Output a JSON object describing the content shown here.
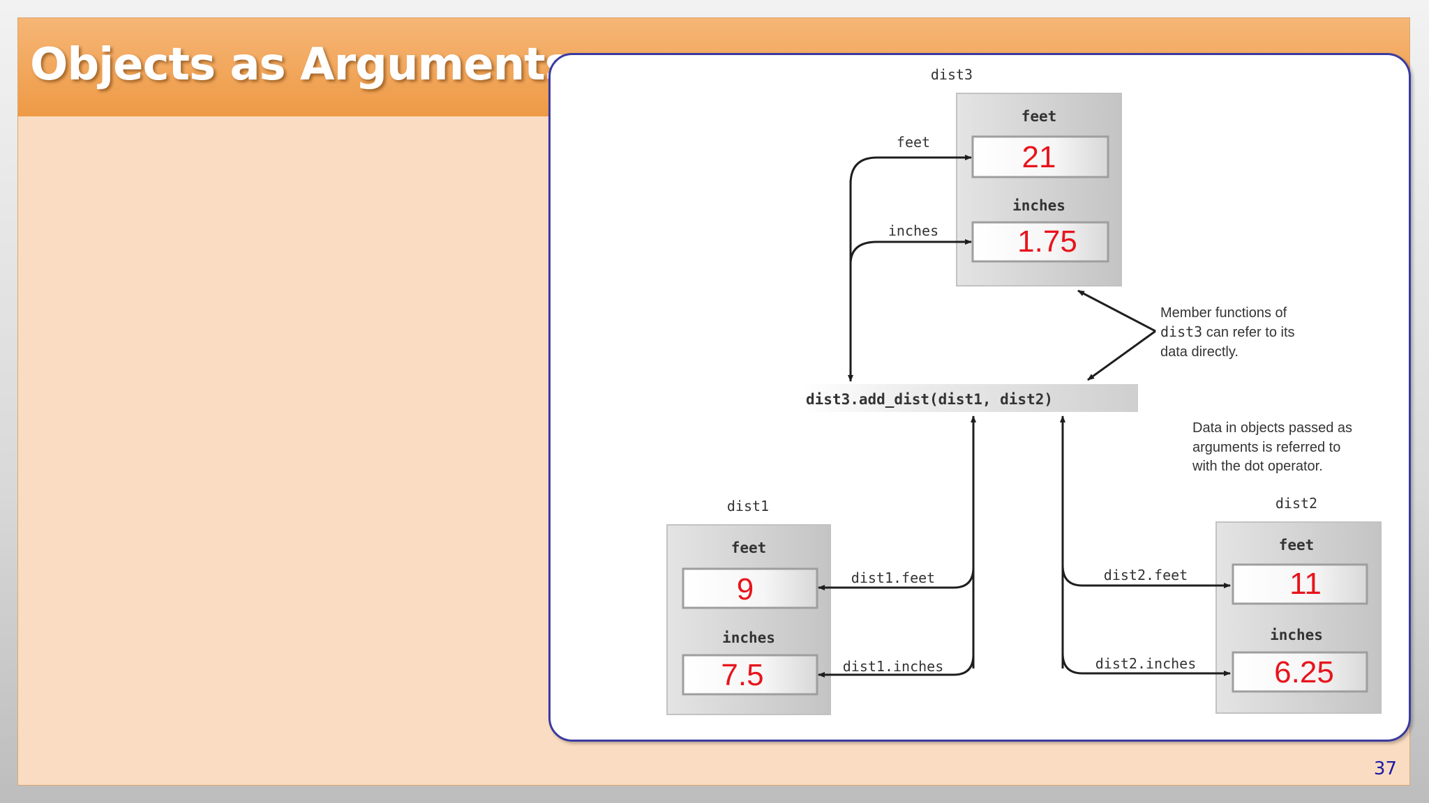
{
  "slide": {
    "title": "Objects as Arguments",
    "page_number": "37"
  },
  "diagram": {
    "call_expression": "dist3.add_dist(dist1, dist2)",
    "objects": {
      "dist3": {
        "name": "dist3",
        "feet_label": "feet",
        "feet_value": "21",
        "inches_label": "inches",
        "inches_value": "1.75"
      },
      "dist1": {
        "name": "dist1",
        "feet_label": "feet",
        "feet_value": "9",
        "inches_label": "inches",
        "inches_value": "7.5"
      },
      "dist2": {
        "name": "dist2",
        "feet_label": "feet",
        "feet_value": "11",
        "inches_label": "inches",
        "inches_value": "6.25"
      }
    },
    "arrow_labels": {
      "dist3_feet": "feet",
      "dist3_inches": "inches",
      "dist1_feet": "dist1.feet",
      "dist1_inches": "dist1.inches",
      "dist2_feet": "dist2.feet",
      "dist2_inches": "dist2.inches"
    },
    "notes": {
      "member_line1": "Member functions of",
      "member_line2_code": "dist3",
      "member_line2_text": " can refer to its",
      "member_line3": "data directly.",
      "data_line1": "Data in objects passed as",
      "data_line2": "arguments is referred to",
      "data_line3": "with the dot operator."
    },
    "colors": {
      "value_red": "#e8141c",
      "box_gray": "#d6d6d6",
      "frame_blue": "#3a3aa0"
    }
  }
}
